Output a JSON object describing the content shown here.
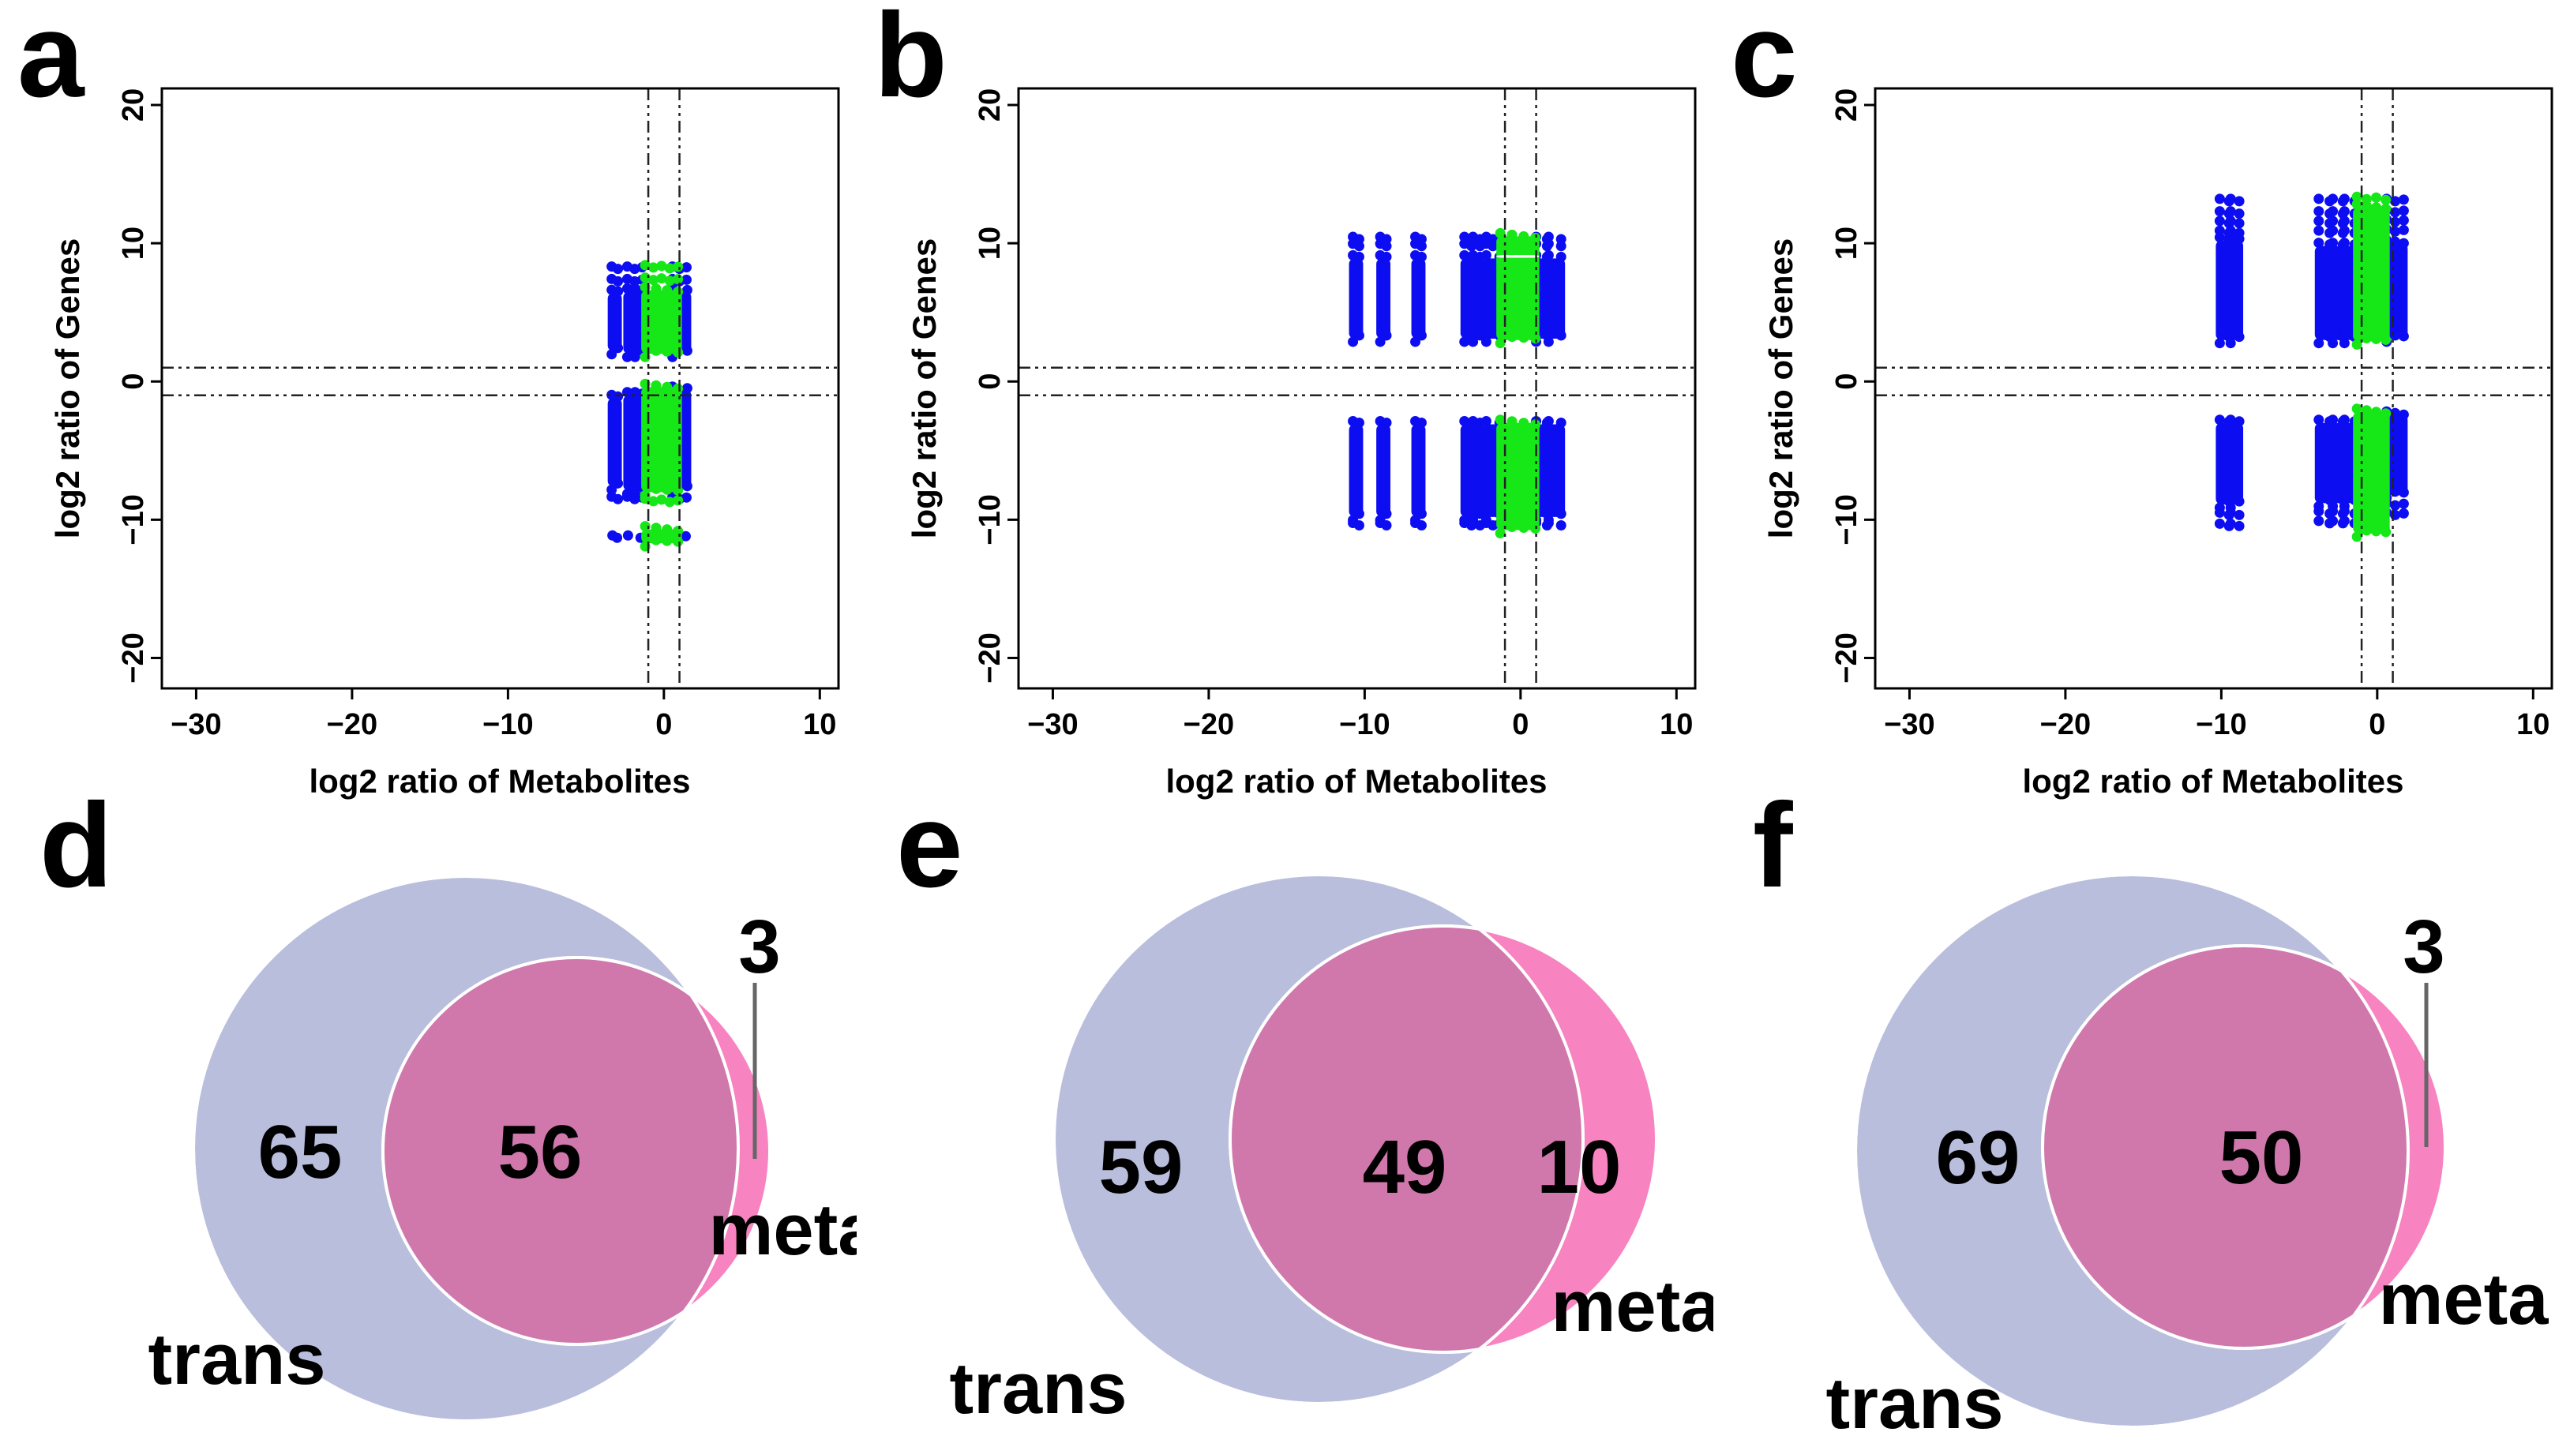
{
  "colors": {
    "background": "#ffffff",
    "point_blue": "#0d0df2",
    "point_green": "#16e716",
    "axis": "#000000",
    "threshold_line": "#222222",
    "venn_trans": "#b9bedd",
    "venn_meta": "#f783c1",
    "venn_overlap": "#d077ac",
    "venn_stroke": "#ffffff",
    "leader_line": "#666666"
  },
  "chart_data": [
    {
      "type": "scatter",
      "panel": "a",
      "xlabel": "log2 ratio of Metabolites",
      "ylabel": "log2 ratio of Genes",
      "xlim": [
        -32.2,
        11.2
      ],
      "ylim": [
        -22.2,
        21.2
      ],
      "xticks": [
        -30,
        -20,
        -10,
        0,
        10
      ],
      "yticks": [
        -20,
        -10,
        0,
        10,
        20
      ],
      "xtick_labels": [
        "−30",
        "−20",
        "−10",
        "0",
        "10"
      ],
      "ytick_labels": [
        "−20",
        "−10",
        "0",
        "10",
        "20"
      ],
      "vlines": [
        -1,
        1
      ],
      "hlines": [
        -1,
        1
      ],
      "grid": false,
      "legend": null,
      "blue": [
        [
          -3.35,
          -2.95,
          2.2,
          6.4,
          "b"
        ],
        [
          -2.35,
          -1.95,
          2.0,
          6.5,
          "b"
        ],
        [
          -1.85,
          -1.4,
          2.0,
          6.5,
          "b"
        ],
        [
          0.55,
          1.5,
          2.0,
          6.5,
          "b"
        ],
        [
          -3.35,
          -2.95,
          8.2,
          8.2,
          "r"
        ],
        [
          -2.35,
          -1.4,
          8.2,
          8.2,
          "r"
        ],
        [
          0.55,
          1.45,
          8.2,
          8.2,
          "r"
        ],
        [
          -3.35,
          -2.95,
          7.3,
          7.3,
          "r"
        ],
        [
          -2.35,
          -1.4,
          7.3,
          7.3,
          "r"
        ],
        [
          0.55,
          1.45,
          7.3,
          7.3,
          "r"
        ],
        [
          -3.35,
          -2.95,
          -7.6,
          -1.2,
          "b"
        ],
        [
          -2.35,
          -1.95,
          -7.9,
          -1.0,
          "b"
        ],
        [
          -1.85,
          -1.4,
          -7.9,
          -1.0,
          "b"
        ],
        [
          0.55,
          1.5,
          -7.8,
          -0.6,
          "b"
        ],
        [
          -3.35,
          -2.95,
          -8.45,
          -8.45,
          "r"
        ],
        [
          -2.35,
          -1.4,
          -8.45,
          -8.45,
          "r"
        ],
        [
          0.55,
          1.45,
          -8.45,
          -8.45,
          "r"
        ],
        [
          -3.3,
          -3.0,
          -11.25,
          -11.25,
          "r"
        ],
        [
          -2.3,
          -1.5,
          -11.25,
          -11.25,
          "r"
        ],
        [
          0.55,
          1.4,
          -11.25,
          -11.25,
          "r"
        ]
      ],
      "green": [
        [
          -1.2,
          0.9,
          2.0,
          6.6,
          "b"
        ],
        [
          -1.2,
          0.9,
          7.4,
          7.4,
          "r"
        ],
        [
          -1.2,
          0.9,
          8.3,
          8.3,
          "r"
        ],
        [
          -1.2,
          0.9,
          -8.0,
          -0.4,
          "b"
        ],
        [
          -1.2,
          0.9,
          -8.6,
          -8.6,
          "r"
        ],
        [
          -1.2,
          0.9,
          -11.7,
          -10.7,
          "b"
        ]
      ]
    },
    {
      "type": "scatter",
      "panel": "b",
      "xlabel": "log2 ratio of Metabolites",
      "ylabel": "log2 ratio of Genes",
      "xlim": [
        -32.2,
        11.2
      ],
      "ylim": [
        -22.2,
        21.2
      ],
      "xticks": [
        -30,
        -20,
        -10,
        0,
        10
      ],
      "yticks": [
        -20,
        -10,
        0,
        10,
        20
      ],
      "xtick_labels": [
        "−30",
        "−20",
        "−10",
        "0",
        "10"
      ],
      "ytick_labels": [
        "−20",
        "−10",
        "0",
        "10",
        "20"
      ],
      "vlines": [
        -1,
        1
      ],
      "hlines": [
        -1,
        1
      ],
      "grid": false,
      "legend": null,
      "blue": [
        [
          -10.75,
          -10.35,
          3.1,
          8.9,
          "b"
        ],
        [
          -10.75,
          -10.35,
          9.85,
          9.85,
          "r"
        ],
        [
          -10.75,
          -10.35,
          10.35,
          10.35,
          "r"
        ],
        [
          -10.75,
          -10.35,
          -9.8,
          -3.1,
          "b"
        ],
        [
          -10.75,
          -10.35,
          -10.35,
          -10.35,
          "r"
        ],
        [
          -9.0,
          -8.6,
          3.1,
          8.9,
          "b"
        ],
        [
          -9.0,
          -8.6,
          9.85,
          9.85,
          "r"
        ],
        [
          -9.0,
          -8.6,
          10.35,
          10.35,
          "r"
        ],
        [
          -9.0,
          -8.6,
          -9.8,
          -3.1,
          "b"
        ],
        [
          -9.0,
          -8.6,
          -10.35,
          -10.35,
          "r"
        ],
        [
          -6.75,
          -6.35,
          3.1,
          8.9,
          "b"
        ],
        [
          -6.75,
          -6.35,
          9.85,
          9.85,
          "r"
        ],
        [
          -6.75,
          -6.35,
          10.35,
          10.35,
          "r"
        ],
        [
          -6.75,
          -6.35,
          -9.8,
          -3.1,
          "b"
        ],
        [
          -6.75,
          -6.35,
          -10.35,
          -10.35,
          "r"
        ],
        [
          -3.6,
          -3.15,
          3.1,
          8.9,
          "b"
        ],
        [
          -3.6,
          -3.15,
          9.85,
          9.85,
          "r"
        ],
        [
          -3.6,
          -3.15,
          10.35,
          10.35,
          "r"
        ],
        [
          -3.6,
          -3.15,
          -9.8,
          -3.1,
          "b"
        ],
        [
          -3.6,
          -3.15,
          -10.35,
          -10.35,
          "r"
        ],
        [
          -3.05,
          -2.6,
          3.1,
          8.9,
          "b"
        ],
        [
          -3.05,
          -2.6,
          9.85,
          9.85,
          "r"
        ],
        [
          -3.05,
          -2.6,
          10.35,
          10.35,
          "r"
        ],
        [
          -3.05,
          -2.6,
          -9.8,
          -3.1,
          "b"
        ],
        [
          -3.05,
          -2.6,
          -10.35,
          -10.35,
          "r"
        ],
        [
          -2.2,
          -1.35,
          3.1,
          8.9,
          "b"
        ],
        [
          -2.2,
          -1.35,
          9.85,
          9.85,
          "r"
        ],
        [
          -2.2,
          -1.35,
          10.35,
          10.35,
          "r"
        ],
        [
          -2.2,
          -1.35,
          -9.8,
          -3.1,
          "b"
        ],
        [
          -2.2,
          -1.35,
          -10.35,
          -10.35,
          "r"
        ],
        [
          1.0,
          1.7,
          3.1,
          8.9,
          "b"
        ],
        [
          1.0,
          1.7,
          9.85,
          9.85,
          "r"
        ],
        [
          1.0,
          1.7,
          10.35,
          10.35,
          "r"
        ],
        [
          1.0,
          1.7,
          -9.8,
          -3.1,
          "b"
        ],
        [
          1.0,
          1.7,
          -10.35,
          -10.35,
          "r"
        ],
        [
          1.8,
          2.6,
          3.1,
          8.9,
          "b"
        ],
        [
          1.8,
          2.6,
          9.85,
          9.85,
          "r"
        ],
        [
          1.8,
          2.6,
          10.35,
          10.35,
          "r"
        ],
        [
          1.8,
          2.6,
          -9.8,
          -3.1,
          "b"
        ],
        [
          1.8,
          2.6,
          -10.35,
          -10.35,
          "r"
        ]
      ],
      "green": [
        [
          -1.3,
          0.95,
          3.0,
          10.5,
          "b"
        ],
        [
          -1.3,
          0.95,
          8.95,
          9.15,
          "w"
        ],
        [
          -1.3,
          0.95,
          -10.75,
          -3.0,
          "b"
        ]
      ]
    },
    {
      "type": "scatter",
      "panel": "c",
      "xlabel": "log2 ratio of Metabolites",
      "ylabel": "log2 ratio of Genes",
      "xlim": [
        -32.2,
        11.2
      ],
      "ylim": [
        -22.2,
        21.2
      ],
      "xticks": [
        -30,
        -20,
        -10,
        0,
        10
      ],
      "yticks": [
        -20,
        -10,
        0,
        10,
        20
      ],
      "xtick_labels": [
        "−30",
        "−20",
        "−10",
        "0",
        "10"
      ],
      "ytick_labels": [
        "−20",
        "−10",
        "0",
        "10",
        "20"
      ],
      "vlines": [
        -1,
        1
      ],
      "hlines": [
        -1,
        1
      ],
      "grid": false,
      "legend": null,
      "blue": [
        [
          -10.1,
          -9.5,
          13.1,
          13.1,
          "r"
        ],
        [
          -10.1,
          -9.5,
          12.2,
          12.2,
          "r"
        ],
        [
          -10.1,
          -9.5,
          11.5,
          11.5,
          "r"
        ],
        [
          -10.1,
          -9.5,
          10.8,
          10.8,
          "r"
        ],
        [
          -10.1,
          -9.5,
          3.0,
          10.2,
          "b"
        ],
        [
          -10.1,
          -9.5,
          -8.9,
          -3.0,
          "b"
        ],
        [
          -10.1,
          -9.5,
          -9.6,
          -9.6,
          "r"
        ],
        [
          -10.1,
          -9.5,
          -10.4,
          -10.4,
          "r"
        ],
        [
          -9.4,
          -8.85,
          13.1,
          13.1,
          "r"
        ],
        [
          -9.4,
          -8.85,
          12.2,
          12.2,
          "r"
        ],
        [
          -9.4,
          -8.85,
          11.5,
          11.5,
          "r"
        ],
        [
          -9.4,
          -8.85,
          10.8,
          10.8,
          "r"
        ],
        [
          -9.4,
          -8.85,
          3.0,
          10.2,
          "b"
        ],
        [
          -9.4,
          -8.85,
          -8.9,
          -3.0,
          "b"
        ],
        [
          -9.4,
          -8.85,
          -9.6,
          -9.6,
          "r"
        ],
        [
          -9.4,
          -8.85,
          -10.4,
          -10.4,
          "r"
        ],
        [
          -3.75,
          -3.05,
          13.1,
          13.1,
          "r"
        ],
        [
          -3.75,
          -3.05,
          12.2,
          12.2,
          "r"
        ],
        [
          -3.75,
          -3.05,
          11.5,
          11.5,
          "r"
        ],
        [
          -3.75,
          -3.05,
          10.8,
          10.8,
          "r"
        ],
        [
          -3.75,
          -3.05,
          3.0,
          9.8,
          "b"
        ],
        [
          -3.75,
          -3.05,
          -8.8,
          -3.0,
          "b"
        ],
        [
          -3.75,
          -3.05,
          -9.5,
          -9.5,
          "r"
        ],
        [
          -3.75,
          -3.05,
          -10.2,
          -10.2,
          "r"
        ],
        [
          -2.85,
          -2.2,
          13.1,
          13.1,
          "r"
        ],
        [
          -2.85,
          -2.2,
          12.2,
          12.2,
          "r"
        ],
        [
          -2.85,
          -2.2,
          11.5,
          11.5,
          "r"
        ],
        [
          -2.85,
          -2.2,
          10.8,
          10.8,
          "r"
        ],
        [
          -2.85,
          -2.2,
          3.0,
          9.8,
          "b"
        ],
        [
          -2.85,
          -2.2,
          -8.8,
          -3.0,
          "b"
        ],
        [
          -2.85,
          -2.2,
          -9.5,
          -9.5,
          "r"
        ],
        [
          -2.85,
          -2.2,
          -10.2,
          -10.2,
          "r"
        ],
        [
          -2.1,
          -1.45,
          13.1,
          13.1,
          "r"
        ],
        [
          -2.1,
          -1.45,
          12.2,
          12.2,
          "r"
        ],
        [
          -2.1,
          -1.45,
          11.5,
          11.5,
          "r"
        ],
        [
          -2.1,
          -1.45,
          10.8,
          10.8,
          "r"
        ],
        [
          -2.1,
          -1.45,
          3.0,
          9.8,
          "b"
        ],
        [
          -2.1,
          -1.45,
          -8.8,
          -3.0,
          "b"
        ],
        [
          -2.1,
          -1.45,
          -9.5,
          -9.5,
          "r"
        ],
        [
          -2.1,
          -1.45,
          -10.2,
          -10.2,
          "r"
        ],
        [
          0.6,
          1.7,
          13.1,
          13.1,
          "r"
        ],
        [
          0.6,
          1.7,
          12.3,
          12.3,
          "r"
        ],
        [
          0.6,
          1.7,
          11.6,
          11.6,
          "r"
        ],
        [
          0.6,
          1.7,
          10.9,
          10.9,
          "r"
        ],
        [
          0.6,
          1.7,
          3.1,
          10.0,
          "b"
        ],
        [
          0.6,
          1.7,
          -8.2,
          -2.4,
          "b"
        ],
        [
          0.6,
          1.7,
          -8.9,
          -8.9,
          "r"
        ],
        [
          0.6,
          1.7,
          -9.6,
          -9.6,
          "r"
        ]
      ],
      "green": [
        [
          -1.3,
          0.55,
          2.9,
          12.6,
          "b"
        ],
        [
          -1.3,
          0.55,
          13.25,
          13.25,
          "r"
        ],
        [
          -1.3,
          0.55,
          -11.0,
          -2.2,
          "b"
        ]
      ]
    },
    {
      "type": "venn",
      "panel": "d",
      "set_labels": [
        "trans",
        "meta"
      ],
      "trans_only": "65",
      "overlap": "56",
      "meta_only": "3",
      "trans_circle": [
        590,
        502,
        345
      ],
      "meta_circle": [
        730,
        505,
        245
      ],
      "num_pos": {
        "trans": [
          380,
          505
        ],
        "overlap": [
          684,
          505
        ],
        "meta": [
          962,
          245
        ]
      },
      "leader": [
        956,
        292,
        515
      ],
      "label_pos": {
        "trans": [
          300,
          766
        ],
        "meta": [
          1005,
          602
        ]
      }
    },
    {
      "type": "venn",
      "panel": "e",
      "set_labels": [
        "trans",
        "meta"
      ],
      "trans_only": "59",
      "overlap": "49",
      "meta_only": "10",
      "trans_circle": [
        585,
        490,
        335
      ],
      "meta_circle": [
        743,
        490,
        270
      ],
      "num_pos": {
        "trans": [
          360,
          524
        ],
        "overlap": [
          694,
          524
        ],
        "meta": [
          915,
          524
        ]
      },
      "leader": null,
      "label_pos": {
        "trans": [
          230,
          803
        ],
        "meta": [
          987,
          699
        ]
      }
    },
    {
      "type": "venn",
      "panel": "f",
      "set_labels": [
        "trans",
        "meta"
      ],
      "trans_only": "69",
      "overlap": "50",
      "meta_only": "3",
      "trans_circle": [
        530,
        505,
        350
      ],
      "meta_circle": [
        672,
        500,
        255
      ],
      "num_pos": {
        "trans": [
          335,
          512
        ],
        "overlap": [
          694,
          512
        ],
        "meta": [
          900,
          245
        ]
      },
      "leader": [
        903,
        292,
        500
      ],
      "label_pos": {
        "trans": [
          255,
          822
        ],
        "meta": [
          950,
          690
        ]
      }
    }
  ]
}
